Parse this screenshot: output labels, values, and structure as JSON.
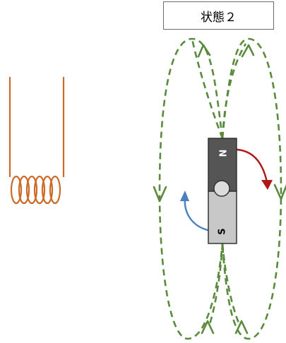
{
  "title": "状態２",
  "magnet": {
    "north_label": "N",
    "south_label": "S",
    "north_color": "#555555",
    "south_color": "#c8c8c8",
    "pivot_color": "#dcdcdc"
  },
  "colors": {
    "coil": "#cc6a2a",
    "field_lines": "#5a8a3c",
    "north_arrow": "#b01818",
    "south_arrow": "#4a7fc0"
  }
}
